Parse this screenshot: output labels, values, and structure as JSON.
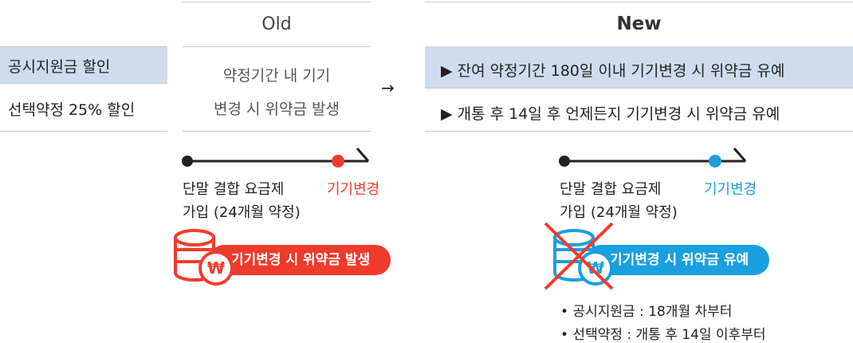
{
  "rows": [
    "공시지원금 할인",
    "선택약정 25% 할인"
  ],
  "old": {
    "header": "Old",
    "line1": "약정기간 내 기기",
    "line2": "변경 시 위약금 발생",
    "start_label_1": "단말 결합 요금제",
    "start_label_2": "가입 (24개월 약정)",
    "change_label": "기기변경",
    "pill": "기기변경 시 위약금 발생"
  },
  "arrow": "→",
  "new": {
    "header": "New",
    "row1": "▶  잔여 약정기간 180일 이내 기기변경 시 위약금 유예",
    "row2": "▶  개통 후 14일 후 언제든지 기기변경 시 위약금 유예",
    "start_label_1": "단말 결합 요금제",
    "start_label_2": "가입 (24개월 약정)",
    "change_label": "기기변경",
    "pill": "기기변경 시 위약금 유예",
    "bullets": [
      "• 공시지원금 : 18개월 차부터",
      "• 선택약정 : 개통 후 14일 이후부터"
    ]
  },
  "colors": {
    "red": "#f03b2c",
    "blue": "#1a9fe0",
    "highlight": "#cfdcef"
  }
}
